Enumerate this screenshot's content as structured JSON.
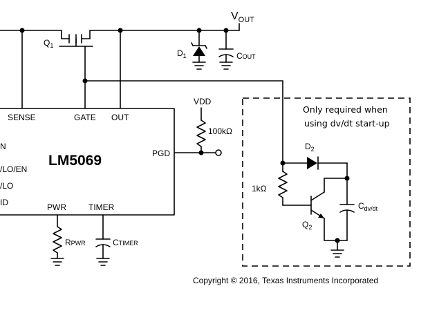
{
  "chip": {
    "name": "LM5069",
    "pins": {
      "sense": "SENSE",
      "gate": "GATE",
      "out": "OUT",
      "pgd": "PGD",
      "pwr": "PWR",
      "timer": "TIMER",
      "left_1": "N",
      "left_2": "/LO/EN",
      "left_3": "/LO",
      "left_4": "ID"
    }
  },
  "components": {
    "q1": {
      "label": "Q",
      "sub": "1"
    },
    "q2": {
      "label": "Q",
      "sub": "2"
    },
    "d1": {
      "label": "D",
      "sub": "1"
    },
    "d2": {
      "label": "D",
      "sub": "2"
    },
    "cout": {
      "label": "C",
      "sub": "OUT"
    },
    "cdvdt": {
      "label": "C",
      "sub": "dv/dt"
    },
    "rpwr": {
      "label": "R",
      "sub": "PWR"
    },
    "ctimer": {
      "label": "C",
      "sub": "TIMER"
    },
    "r_pullup": {
      "value": "100kΩ"
    },
    "r_1k": {
      "value": "1kΩ"
    }
  },
  "nets": {
    "vout": {
      "label": "V",
      "sub": "OUT"
    },
    "vdd": "VDD"
  },
  "note": {
    "line1": "Only required when",
    "line2": "using dv/dt start-up"
  },
  "copyright": "Copyright © 2016, Texas Instruments Incorporated"
}
